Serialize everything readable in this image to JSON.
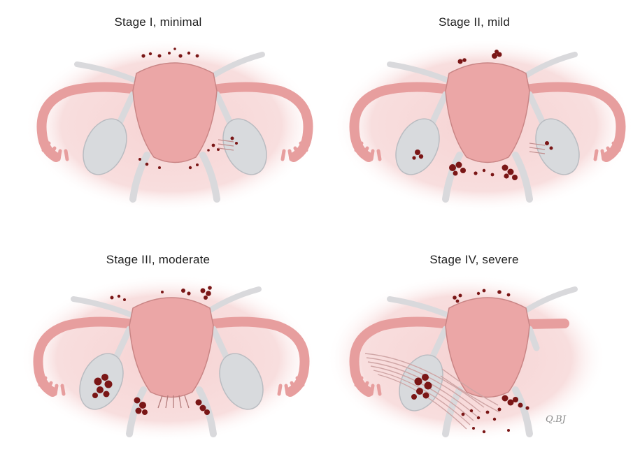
{
  "figure": {
    "panels": [
      {
        "id": "stage-1",
        "title": "Stage I, minimal"
      },
      {
        "id": "stage-2",
        "title": "Stage II, mild"
      },
      {
        "id": "stage-3",
        "title": "Stage III, moderate"
      },
      {
        "id": "stage-4",
        "title": "Stage IV, severe"
      }
    ],
    "signature": "Q.BJ",
    "colors": {
      "background_glow": "#f6d3d3",
      "uterus": "#eba6a6",
      "uterus_outline": "#c98585",
      "ligament": "#d9d9dc",
      "ovary": "#d8dadd",
      "lesion": "#7a1616",
      "adhesion": "#cfa5a5"
    }
  }
}
